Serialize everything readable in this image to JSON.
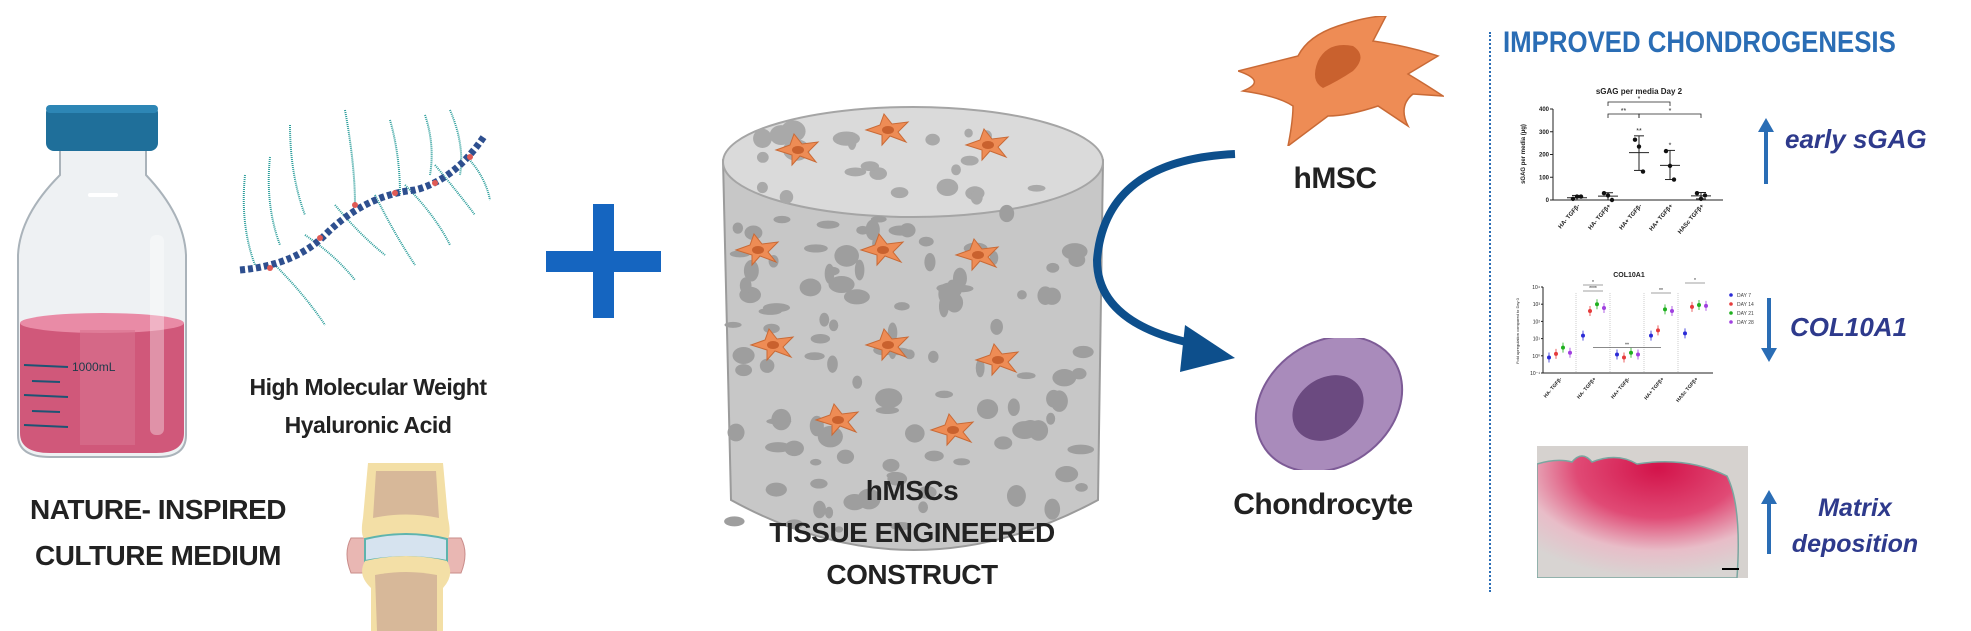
{
  "left": {
    "bottle_volume": "1000mL",
    "ha_label": [
      "High Molecular Weight",
      "Hyaluronic Acid"
    ],
    "medium_label": [
      "NATURE- INSPIRED",
      "CULTURE MEDIUM"
    ]
  },
  "plus_icon": "plus-icon",
  "construct_label": [
    "hMSCs",
    "TISSUE ENGINEERED",
    "CONSTRUCT"
  ],
  "cells": {
    "hmsc": "hMSC",
    "chondrocyte": "Chondrocyte"
  },
  "results": {
    "title": "IMPROVED CHONDROGENESIS",
    "outcomes": [
      {
        "label": "early sGAG",
        "direction": "up"
      },
      {
        "label": "COL10A1",
        "direction": "down"
      },
      {
        "label": [
          "Matrix",
          "deposition"
        ],
        "direction": "up"
      }
    ]
  },
  "colors": {
    "accent_blue": "#1565c0",
    "title_blue": "#2a6db5",
    "outcome_text": "#2e3a8c",
    "hmsc_orange": "#ee8c55",
    "chondrocyte_purple": "#a98bbb",
    "medium_pink": "#d0587a"
  },
  "chart_data": [
    {
      "type": "scatter",
      "title": "sGAG per media Day 2",
      "ylabel": "sGAG per media (µg)",
      "xlabel": "",
      "ylim": [
        0,
        400
      ],
      "yticks": [
        "0",
        "100",
        "200",
        "300",
        "400"
      ],
      "categories": [
        "HA- TGFβ-",
        "HA- TGFβ+",
        "HA+ TGFβ-",
        "HA+ TGFβ+",
        "HASc TGFβ+"
      ],
      "points": [
        [
          5,
          15,
          15
        ],
        [
          30,
          20,
          0
        ],
        [
          265,
          235,
          125
        ],
        [
          215,
          150,
          90
        ],
        [
          30,
          5,
          20
        ]
      ],
      "mean": [
        10,
        17,
        208,
        152,
        18
      ],
      "sd_low": [
        0,
        0,
        130,
        90,
        5
      ],
      "sd_high": [
        20,
        32,
        282,
        218,
        33
      ],
      "point_annotations": [
        "",
        "",
        "**",
        "*",
        ""
      ],
      "brackets": [
        {
          "from": 1,
          "to": 3,
          "label": "*"
        },
        {
          "from": 1,
          "to": 2,
          "label": "**"
        },
        {
          "from": 2,
          "to": 4,
          "label": "*"
        }
      ],
      "grid": false
    },
    {
      "type": "scatter",
      "title": "COL10A1",
      "ylabel": "Fold upregulation compared to Day 0",
      "xlabel": "",
      "yscale": "log",
      "ylim": [
        0.1,
        10000
      ],
      "yticks": [
        "10⁻¹",
        "10⁰",
        "10¹",
        "10²",
        "10³",
        "10⁴"
      ],
      "categories": [
        "HA- TGFβ-",
        "HA- TGFβ+",
        "HA+ TGFβ-",
        "HA+ TGFβ+",
        "HASc TGFβ+"
      ],
      "series": [
        {
          "name": "DAY 7",
          "color": "#2b2bd6",
          "values": [
            0.8,
            15,
            1.2,
            15,
            20
          ]
        },
        {
          "name": "DAY 14",
          "color": "#e63c3c",
          "values": [
            1.3,
            400,
            0.8,
            30,
            700
          ]
        },
        {
          "name": "DAY 21",
          "color": "#1fb01f",
          "values": [
            3,
            1000,
            1.5,
            500,
            900
          ]
        },
        {
          "name": "DAY 28",
          "color": "#a040e0",
          "values": [
            1.5,
            600,
            1.2,
            400,
            800
          ]
        }
      ],
      "legend": "right",
      "annotations": [
        "*",
        "****",
        "**",
        "**",
        "*",
        "*",
        "*",
        "*",
        "*"
      ],
      "grid": false
    }
  ]
}
